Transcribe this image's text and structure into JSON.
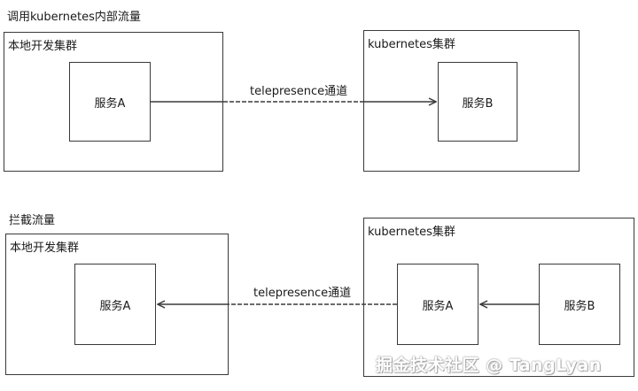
{
  "section1": {
    "title": "调用kubernetes内部流量",
    "local_cluster": {
      "label": "本地开发集群",
      "service": "服务A"
    },
    "k8s_cluster": {
      "label": "kubernetes集群",
      "service": "服务B"
    },
    "tunnel_label": "telepresence通道"
  },
  "section2": {
    "title": "拦截流量",
    "local_cluster": {
      "label": "本地开发集群",
      "service": "服务A"
    },
    "k8s_cluster": {
      "label": "kubernetes集群",
      "service_a": "服务A",
      "service_b": "服务B"
    },
    "tunnel_label": "telepresence通道"
  },
  "watermark": "掘金技术社区 @ TangLyan",
  "colors": {
    "line": "#3a3a3a",
    "background": "#ffffff"
  }
}
